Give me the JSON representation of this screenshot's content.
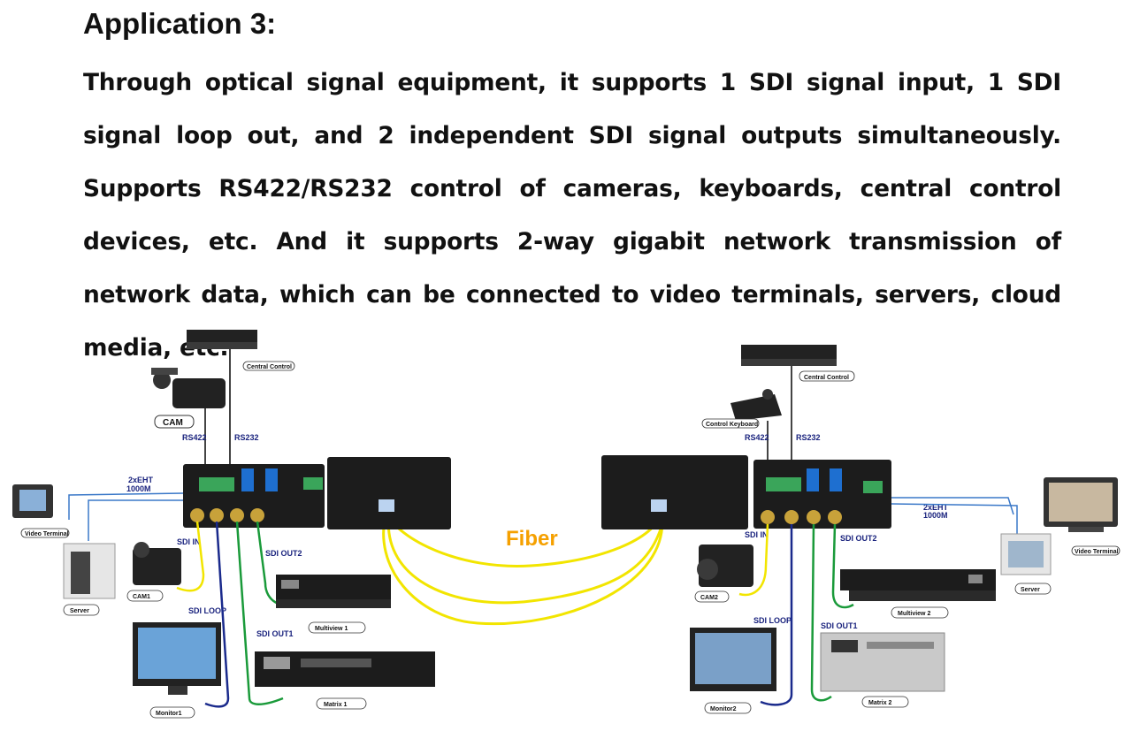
{
  "heading": "Application 3:",
  "paragraph": "Through optical signal equipment, it supports 1 SDI signal input, 1 SDI signal loop out, and 2 independent SDI signal outputs simultaneously. Supports RS422/RS232 control of cameras, keyboards, central control devices, etc. And it supports 2-way gigabit network transmission of network data, which can be connected to video terminals, servers, cloud media, etc.",
  "diagram": {
    "fiber_label": "Fiber",
    "left": {
      "central_control": "Central Control",
      "cam": "CAM",
      "rs422": "RS422",
      "rs232": "RS232",
      "eht": "2xEHT",
      "eht_speed": "1000M",
      "video_terminal": "Video Terminal",
      "server": "Server",
      "sdi_in": "SDI IN",
      "cam1": "CAM1",
      "sdi_loop": "SDI LOOP",
      "sdi_out2": "SDI OUT2",
      "sdi_out1": "SDI OUT1",
      "multiview": "Multiview 1",
      "matrix": "Matrix 1",
      "monitor": "Monitor1"
    },
    "right": {
      "central_control": "Central Control",
      "control_keyboard": "Control Keyboard",
      "rs422": "RS422",
      "rs232": "RS232",
      "eht": "2xEHT",
      "eht_speed": "1000M",
      "video_terminal": "Video Terminal",
      "server": "Server",
      "sdi_in": "SDI IN",
      "cam2": "CAM2",
      "sdi_loop": "SDI LOOP",
      "sdi_out2": "SDI OUT2",
      "sdi_out1": "SDI OUT1",
      "multiview": "Multiview 2",
      "matrix": "Matrix 2",
      "monitor": "Monitor2"
    },
    "colors": {
      "cable_yellow": "#f2e500",
      "cable_blue": "#1a2a8c",
      "cable_green": "#1a9a3a",
      "network_line": "#3a78c8",
      "device_body": "#1c1c1c",
      "fiber_text": "#f5a000"
    }
  }
}
